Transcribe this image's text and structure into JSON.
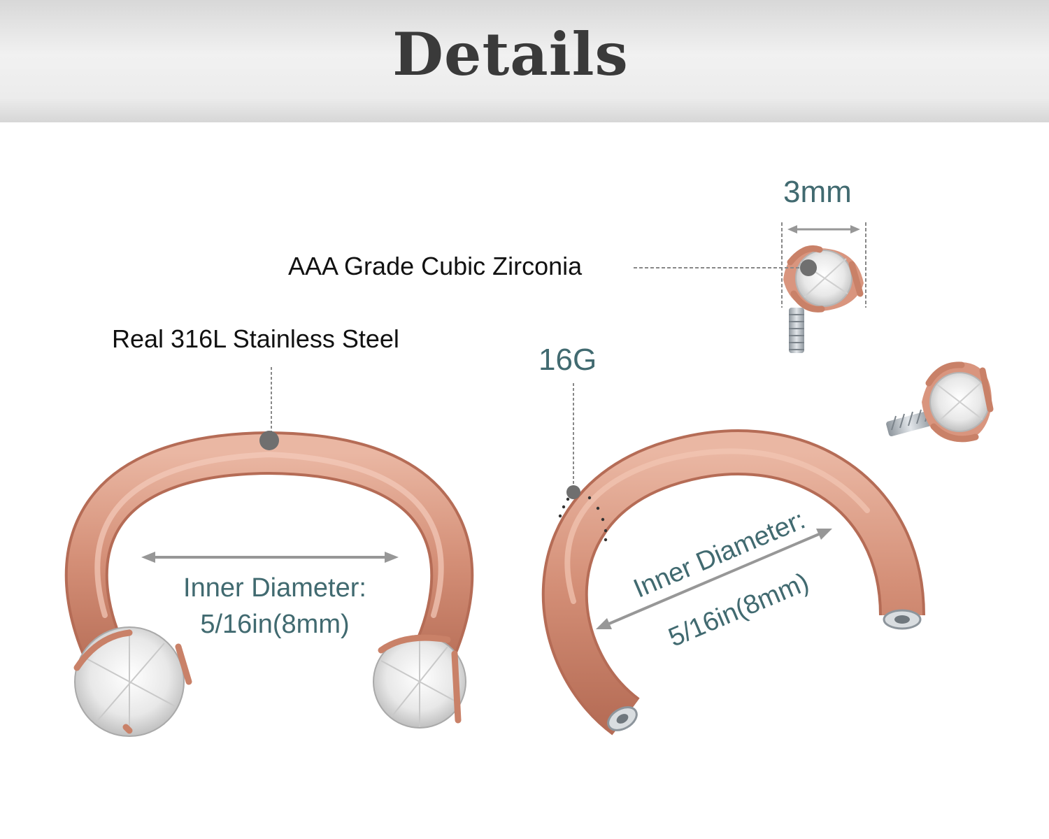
{
  "header": {
    "title": "Details"
  },
  "labels": {
    "cz_size": "3mm",
    "cz_grade": "AAA Grade Cubic Zirconia",
    "material": "Real 316L Stainless Steel",
    "gauge": "16G",
    "left_inner_diameter_title": "Inner Diameter:",
    "left_inner_diameter_value": "5/16in(8mm)",
    "right_inner_diameter_title": "Inner Diameter:",
    "right_inner_diameter_value": "5/16in(8mm)"
  },
  "colors": {
    "rose_gold": "#d9957e",
    "label_teal": "#416a70",
    "pointer_gray": "#777777",
    "steel": "#b8bfc6"
  }
}
